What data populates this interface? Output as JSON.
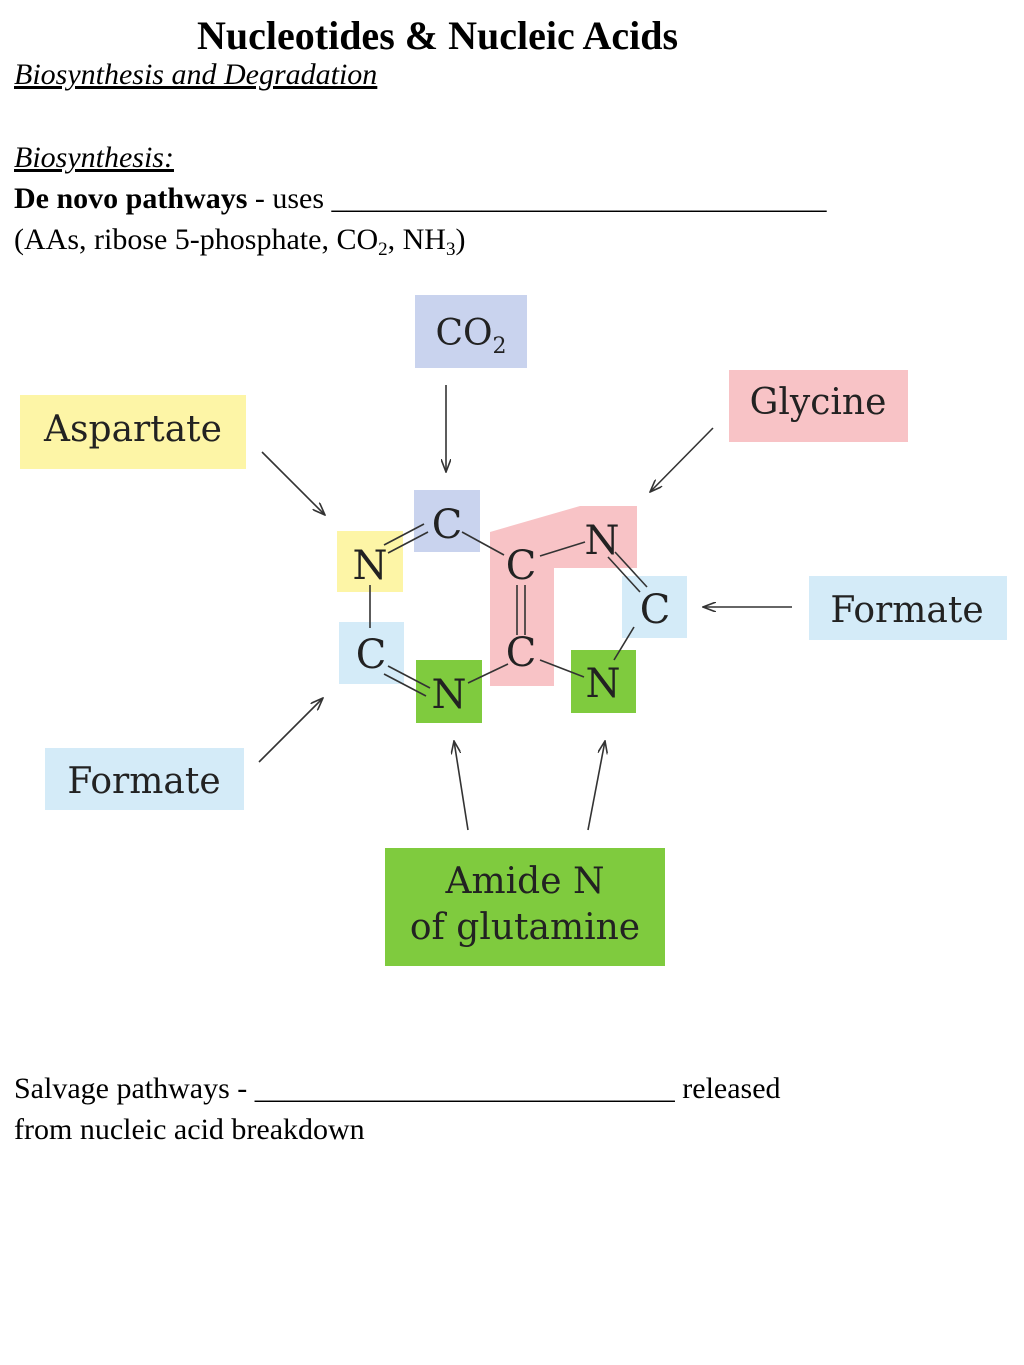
{
  "title": "Nucleotides & Nucleic Acids",
  "subtitle": "Biosynthesis and Degradation",
  "biosynthesis": {
    "heading": "Biosynthesis:",
    "de_novo_term": "De novo pathways",
    "de_novo_text": " - uses ",
    "de_novo_blank": "_________________________________",
    "precursors_open": "(AAs, ribose 5-phosphate, CO",
    "precursors_sub1": "2",
    "precursors_mid": ", NH",
    "precursors_sub2": "3",
    "precursors_close": ")"
  },
  "diagram": {
    "labels": {
      "co2_main": "CO",
      "co2_sub": "2",
      "aspartate": "Aspartate",
      "glycine": "Glycine",
      "formate_right": "Formate",
      "formate_left": "Formate",
      "amide_line1": "Amide N",
      "amide_line2": "of glutamine"
    },
    "atoms": {
      "n1": "N",
      "c2": "C",
      "n3": "N",
      "c4": "C",
      "c5": "C",
      "c6": "C",
      "n7": "N",
      "c8": "C",
      "n9": "N"
    },
    "colors": {
      "co2": "#c9d3ee",
      "aspartate": "#fdf5a6",
      "glycine": "#f8c3c6",
      "formate": "#d4ebf8",
      "glutamine": "#7fcb3e"
    }
  },
  "salvage": {
    "text_start": "Salvage pathways - ",
    "blank": "____________________________",
    "text_end": " released",
    "line2": "from nucleic acid breakdown"
  }
}
